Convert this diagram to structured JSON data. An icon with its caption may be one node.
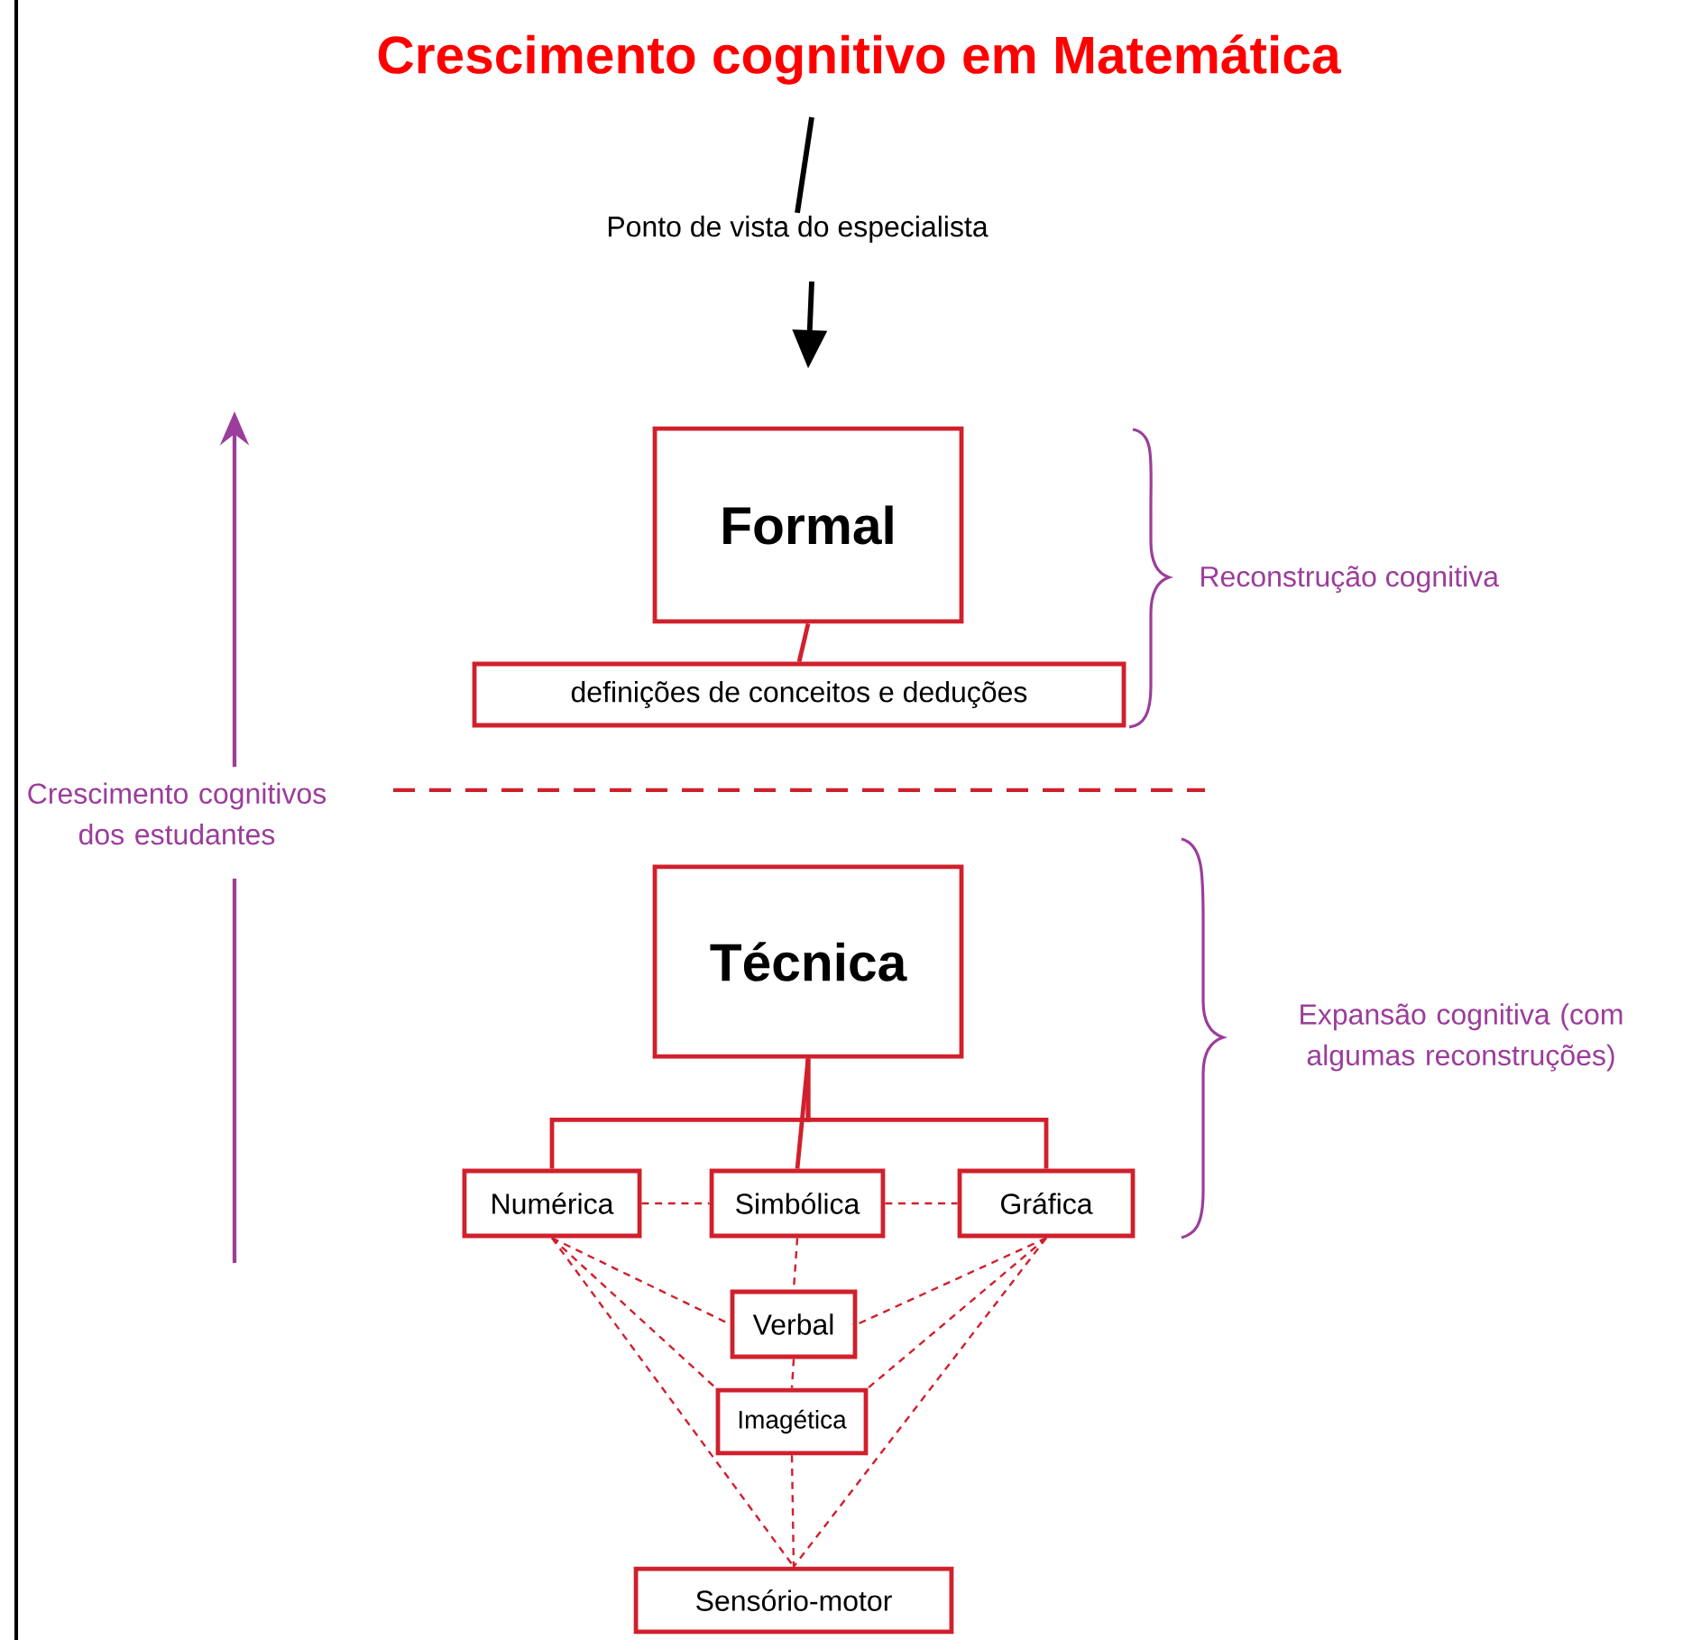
{
  "diagram": {
    "title": "Crescimento cognitivo em Matemática",
    "nodes": [
      {
        "text": [
          "Formal"
        ]
      },
      {
        "text": [
          "definições de conceitos e deduções"
        ]
      },
      {
        "text": [
          "Técnica"
        ]
      },
      {
        "text": [
          "Numérica"
        ]
      },
      {
        "text": [
          "Simbólica"
        ]
      },
      {
        "text": [
          "Gráfica"
        ]
      },
      {
        "text": [
          "Verbal"
        ]
      },
      {
        "text": [
          "Imagética"
        ]
      },
      {
        "text": [
          "Sensório-motor"
        ]
      },
      {
        "text": [
          "Ponto de vista do especialista"
        ]
      }
    ],
    "edges": [
      {
        "from": 0,
        "to": 1,
        "arrow": "none"
      },
      {
        "from": 2,
        "to": 3,
        "arrow": "none"
      },
      {
        "from": 2,
        "to": 4,
        "arrow": "none"
      },
      {
        "from": 2,
        "to": 5,
        "arrow": "none"
      },
      {
        "from": 3,
        "to": 4,
        "arrow": "none",
        "style": "dashed"
      },
      {
        "from": 4,
        "to": 5,
        "arrow": "none",
        "style": "dashed"
      },
      {
        "from": 4,
        "to": 6,
        "arrow": "none",
        "style": "dashed"
      },
      {
        "from": 3,
        "to": 6,
        "arrow": "none",
        "style": "dashed"
      },
      {
        "from": 5,
        "to": 6,
        "arrow": "none",
        "style": "dashed"
      },
      {
        "from": 6,
        "to": 7,
        "arrow": "none",
        "style": "dashed"
      },
      {
        "from": 3,
        "to": 7,
        "arrow": "none",
        "style": "dashed"
      },
      {
        "from": 5,
        "to": 7,
        "arrow": "none",
        "style": "dashed"
      },
      {
        "from": 7,
        "to": 8,
        "arrow": "none",
        "style": "dashed"
      },
      {
        "from": 3,
        "to": 8,
        "arrow": "none",
        "style": "dashed"
      },
      {
        "from": 5,
        "to": 8,
        "arrow": "none",
        "style": "dashed"
      },
      {
        "from": null,
        "to": 9,
        "arrow": "none",
        "color": "#000000",
        "style": "thick"
      },
      {
        "from": 9,
        "to": 0,
        "arrow": "to",
        "color": "#000000",
        "style": "thick"
      }
    ],
    "labels": [
      "Crescimento cognitivos dos estudantes",
      "Reconstrução cognitiva",
      "Expansão cognitiva (com algumas reconstruções)"
    ]
  }
}
